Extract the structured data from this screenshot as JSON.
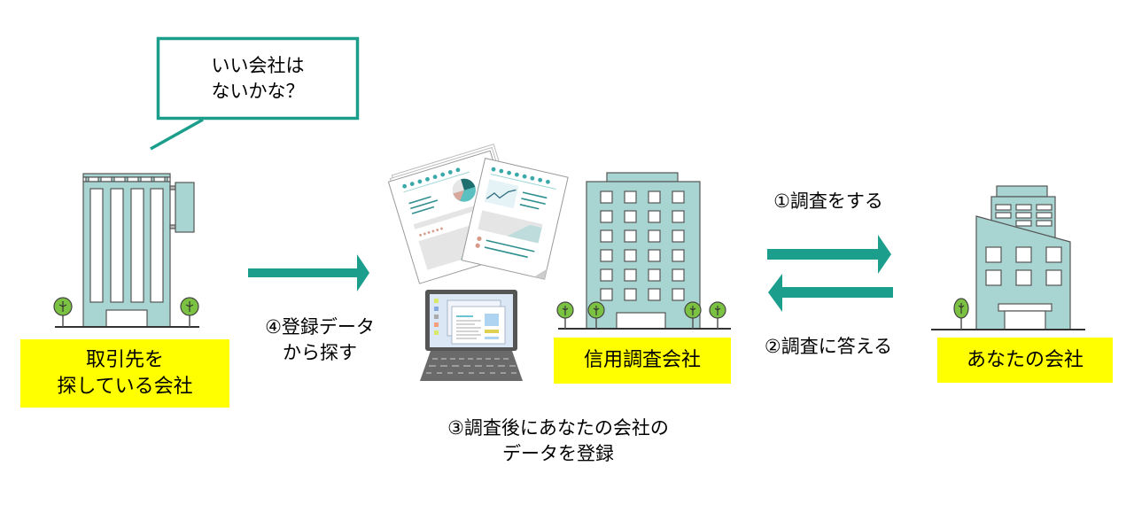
{
  "colors": {
    "accent_teal": "#1b9e8c",
    "building_fill": "#a8d5d2",
    "label_bg": "#ffff00",
    "tree_green": "#7cc242"
  },
  "speech_bubble": {
    "text": "いい会社は\nないかな？"
  },
  "nodes": {
    "searching_company": {
      "label": "取引先を\n探している会社",
      "icon": "office-building-icon"
    },
    "credit_agency": {
      "label": "信用調査会社",
      "icon": "office-tower-icon"
    },
    "your_company": {
      "label": "あなたの会社",
      "icon": "modern-building-icon"
    }
  },
  "middle_icons": {
    "documents": "report-documents-icon",
    "laptop": "laptop-icon"
  },
  "steps": {
    "step1": "①調査をする",
    "step2": "②調査に答える",
    "step3": "③調査後にあなたの会社の\nデータを登録",
    "step4": "④登録データ\nから探す"
  }
}
